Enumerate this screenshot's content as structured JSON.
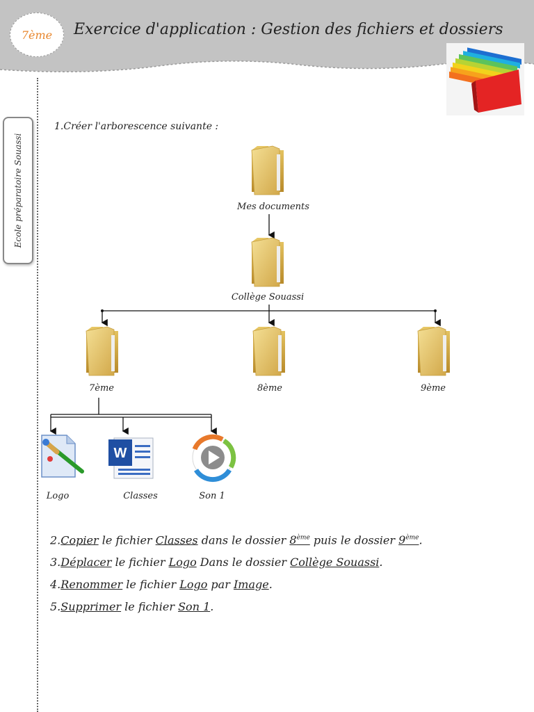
{
  "header": {
    "grade_badge": "7ème",
    "title": "Exercice d'application : Gestion des fichiers et dossiers"
  },
  "side_tab": {
    "school": "Ecole préparatoire Souassi"
  },
  "question1": "1.Créer l'arborescence suivante :",
  "tree": {
    "root": "Mes documents",
    "level1": "Collège Souassi",
    "folders": [
      "7ème",
      "8ème",
      "9ème"
    ],
    "files": [
      "Logo",
      "Classes",
      "Son 1"
    ]
  },
  "tasks": {
    "t2": {
      "num": "2.",
      "verb": "Copier",
      "a": " le fichier ",
      "file": "Classes",
      "b": " dans le dossier ",
      "d1": "8",
      "d1sup": "ème",
      "c": " puis le dossier ",
      "d2": "9",
      "d2sup": "ème",
      "end": "."
    },
    "t3": {
      "num": "3.",
      "verb": "Déplacer",
      "a": " le fichier ",
      "file": "Logo",
      "b": " Dans le dossier ",
      "dest": "Collège Souassi",
      "end": "."
    },
    "t4": {
      "num": "4.",
      "verb": "Renommer",
      "a": " le fichier ",
      "file": "Logo",
      "b": " par ",
      "newname": "Image",
      "end": "."
    },
    "t5": {
      "num": "5.",
      "verb": "Supprimer",
      "a": " le fichier ",
      "file": "Son 1",
      "end": "."
    }
  }
}
